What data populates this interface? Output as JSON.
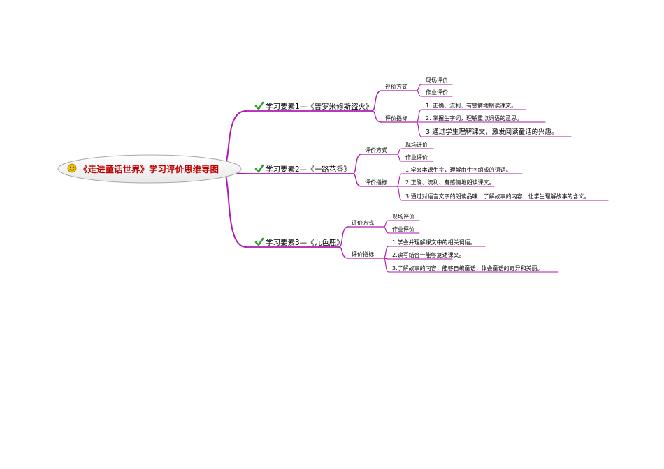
{
  "colors": {
    "branch": "#b01ab0",
    "check": "#2e9e2e",
    "root_text": "#c00000",
    "smiley_face": "#f2c200"
  },
  "root": {
    "icon": "smiley-icon",
    "title": "《走进童话世界》学习评价思维导图"
  },
  "branches": [
    {
      "icon": "check-icon",
      "label": "学习要素1—《普罗米修斯盗火》",
      "groups": [
        {
          "label": "评价方式",
          "items": [
            "现场评价",
            "作业评价"
          ]
        },
        {
          "label": "评价指标",
          "items": [
            "1. 正确、流利、有感情地朗读课文。",
            "2. 掌握生字词，理解重点词语的意思。",
            "3.通过学生理解课文，激发阅读童话的兴趣。"
          ]
        }
      ]
    },
    {
      "icon": "check-icon",
      "label": "学习要素2—《一路花香》",
      "groups": [
        {
          "label": "评价方式",
          "items": [
            "现场评价",
            "作业评价"
          ]
        },
        {
          "label": "评价指标",
          "items": [
            "1.学会本课生字，理解由生字组成的词语。",
            "2.正确、流利、有感情地朗读课文。",
            "3.通过对语言文字的朗读品味，了解故事的内容，让学生理解故事的含义。"
          ]
        }
      ]
    },
    {
      "icon": "check-icon",
      "label": "学习要素3—《九色鹿》",
      "groups": [
        {
          "label": "评价方式",
          "items": [
            "现场评价",
            "作业评价"
          ]
        },
        {
          "label": "评价指标",
          "items": [
            "1.学会并理解课文中的相关词语。",
            "2.读写结合一能够复述课文。",
            "3.了解故事的内容，能够自编童话，体会童话的奇异和美丽。"
          ]
        }
      ]
    }
  ]
}
